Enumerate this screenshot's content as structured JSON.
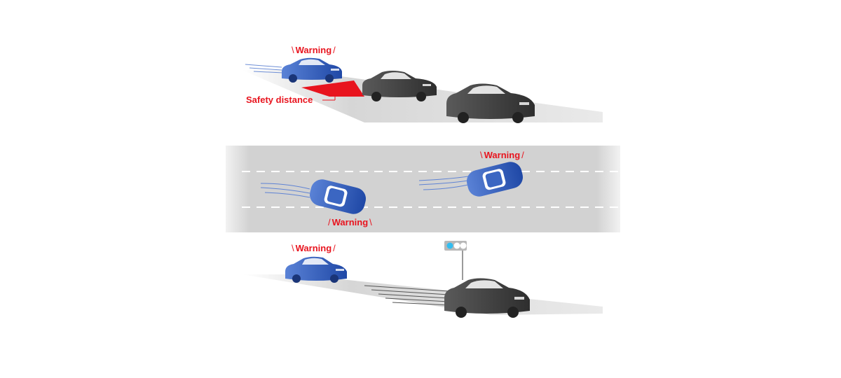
{
  "labels": {
    "warning": "Warning",
    "safety_distance": "Safety distance"
  },
  "colors": {
    "accent_red": "#e8141e",
    "warning_car_blue": "#2f5db8",
    "other_car_dark": "#4a4a4a",
    "road_gray": "#d4d4d4",
    "signal_light": "#33bdf0"
  },
  "scenes": [
    {
      "name": "front-collision-warning"
    },
    {
      "name": "lane-departure-warning"
    },
    {
      "name": "front-vehicle-start-alert"
    }
  ]
}
